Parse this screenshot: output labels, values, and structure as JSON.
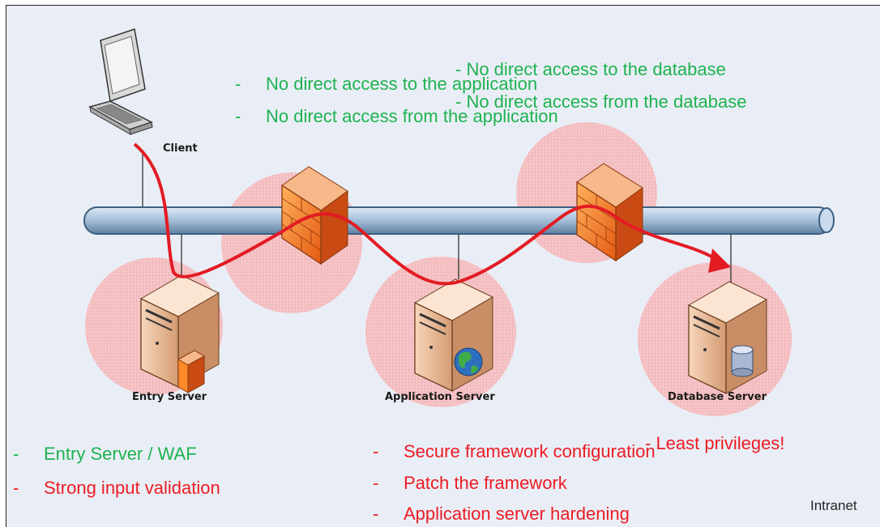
{
  "client": {
    "label": "Client"
  },
  "servers": {
    "entry": {
      "label": "Entry Server"
    },
    "application": {
      "label": "Application Server"
    },
    "database": {
      "label": "Database Server"
    }
  },
  "zone": {
    "label": "Intranet"
  },
  "notes": {
    "firewall1": {
      "dash": "-",
      "lines": [
        "No direct access to the application",
        "No direct access from the application"
      ]
    },
    "firewall2": {
      "lines": [
        "- No direct access to the database",
        "- No direct access from the database"
      ]
    },
    "entry": {
      "dash": "-",
      "lines": [
        "Entry Server / WAF",
        "Strong input validation"
      ]
    },
    "application": {
      "dash": "-",
      "lines": [
        "Secure framework configuration",
        "Patch the framework",
        "Application server hardening"
      ]
    },
    "database": {
      "lines": [
        "- Least privileges!"
      ]
    }
  },
  "colors": {
    "positive": "#1fb24f",
    "negative": "#ee1c24",
    "bus": "#8fb0d0",
    "zone": "#f3b6b9",
    "flow": "#e31b23"
  },
  "icons": [
    "laptop-icon",
    "firewall-icon",
    "server-icon",
    "globe-icon",
    "database-icon",
    "waf-module-icon"
  ]
}
